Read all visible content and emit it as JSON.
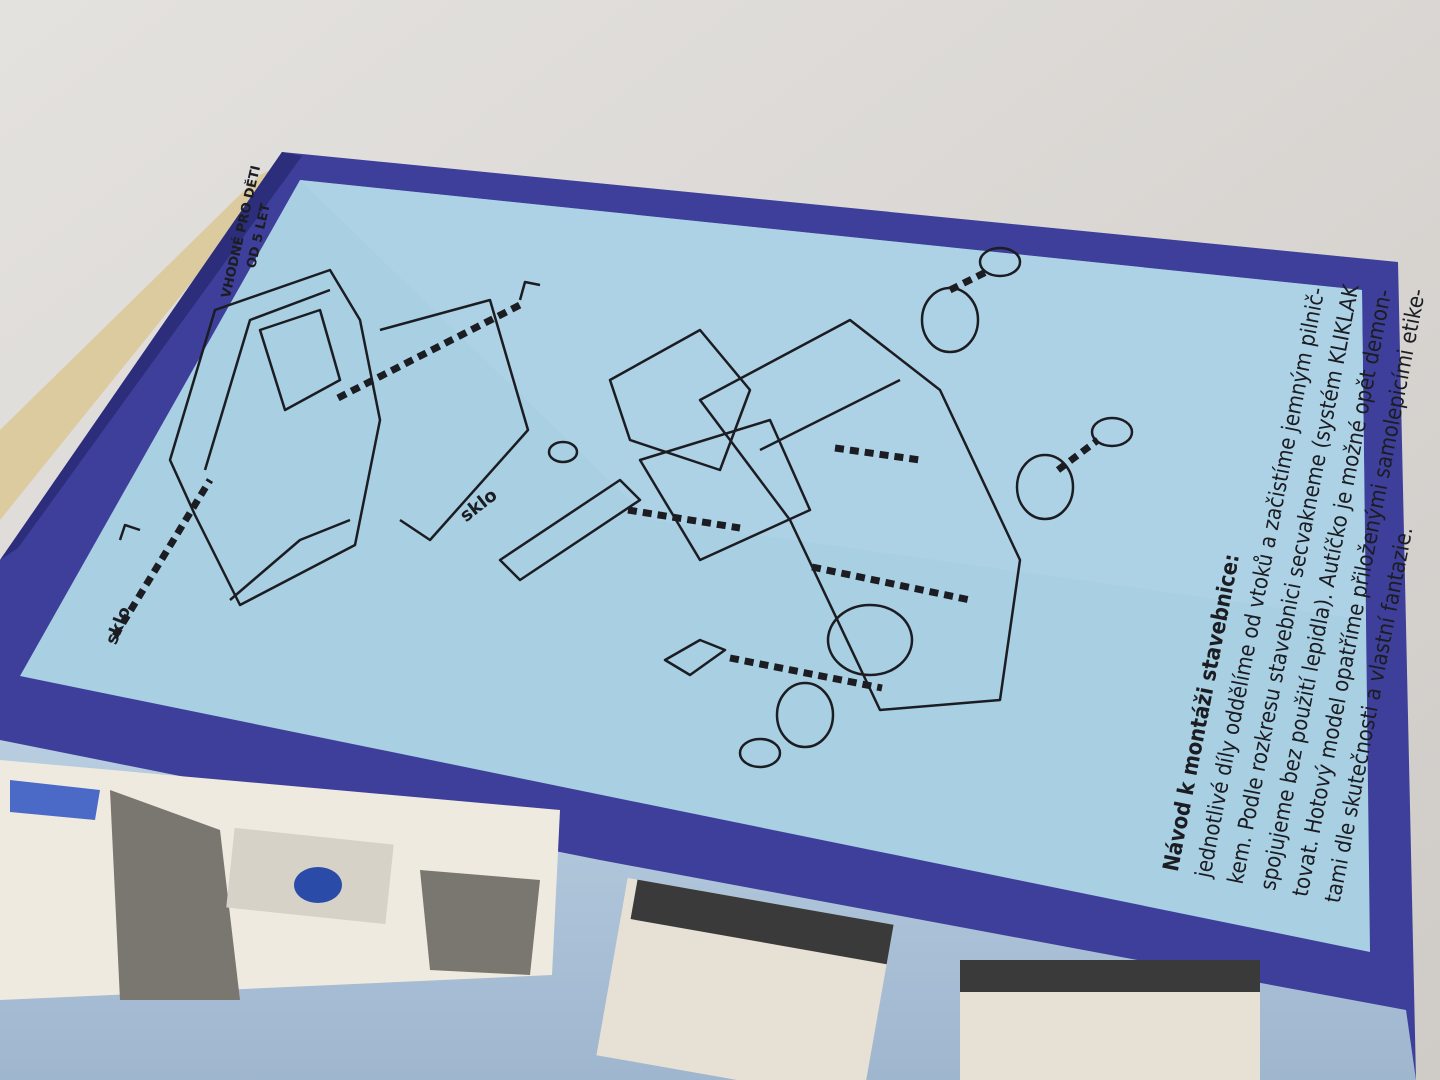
{
  "box_back": {
    "age_label": {
      "line1": "VHODNÉ PRO DĚTI",
      "line2": "OD 5 LET"
    },
    "part_labels": [
      "sklo",
      "sklo"
    ],
    "instructions": {
      "heading": "Návod k montáži stavebnice:",
      "lines": [
        "jednotlivé díly oddělíme od vtoků a začistíme jemným pilnič-",
        "kem. Podle rozkresu stavebnici secvakneme (systém KLIKLAK",
        "spojujeme bez použití lepidla). Autíčko je možné opět demon-",
        "tovat. Hotový model opatříme přiloženými samolepicími etike-",
        "tami dle skutečnosti a vlastní fantazie."
      ]
    }
  },
  "colors": {
    "background": "#d9d6d3",
    "panel_blue": "#a9cfe3",
    "box_navy": "#3d3f9a",
    "ink": "#1b1d22"
  }
}
